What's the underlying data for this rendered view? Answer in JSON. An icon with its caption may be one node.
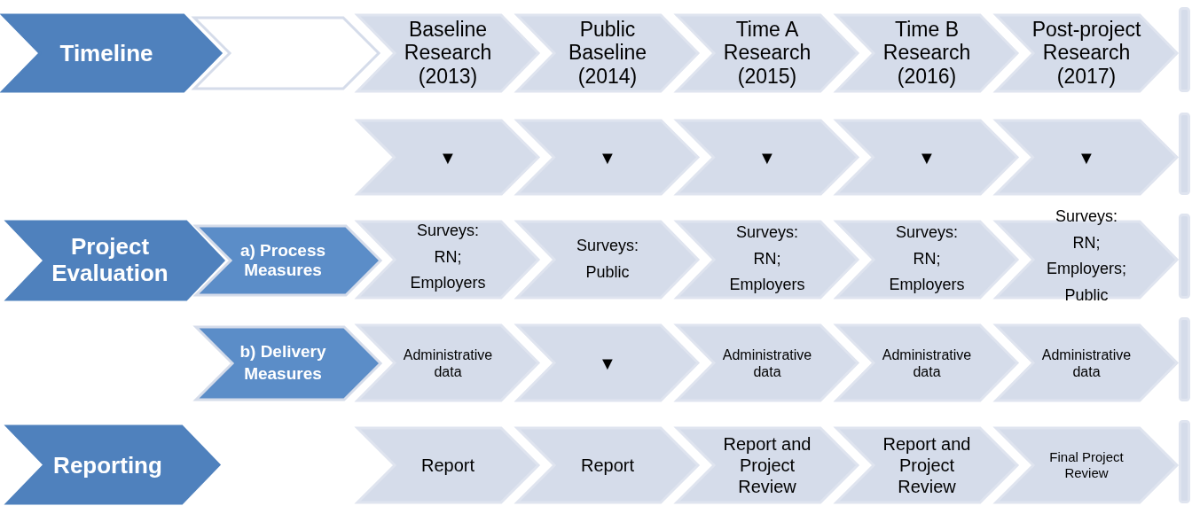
{
  "diagram": {
    "nodes": [
      {
        "text": [
          "Timeline"
        ]
      },
      {
        "text": [],
        "shape": "chevron"
      },
      {
        "text": [
          "Baseline Research (2013)"
        ]
      },
      {
        "text": [
          "Public Baseline (2014)"
        ]
      },
      {
        "text": [
          "Time A Research (2015)"
        ]
      },
      {
        "text": [
          "Time B Research (2016)"
        ]
      },
      {
        "text": [
          "Post-project Research (2017)"
        ]
      },
      {
        "text": [],
        "shape": "bar"
      },
      {
        "text": [
          "▼"
        ]
      },
      {
        "text": [
          "▼"
        ]
      },
      {
        "text": [
          "▼"
        ]
      },
      {
        "text": [
          "▼"
        ]
      },
      {
        "text": [
          "▼"
        ]
      },
      {
        "text": [],
        "shape": "bar"
      },
      {
        "text": [
          "Project Evaluation"
        ]
      },
      {
        "text": [
          "a) Process Measures"
        ]
      },
      {
        "text": [
          "Surveys: RN; Employers"
        ]
      },
      {
        "text": [
          "Surveys: Public"
        ]
      },
      {
        "text": [
          "Surveys: RN; Employers"
        ]
      },
      {
        "text": [
          "Surveys: RN; Employers"
        ]
      },
      {
        "text": [
          "Surveys: RN; Employers; Public"
        ]
      },
      {
        "text": [],
        "shape": "bar"
      },
      {
        "text": [
          "b) Delivery Measures"
        ]
      },
      {
        "text": [
          "Administrative data"
        ]
      },
      {
        "text": [
          "▼"
        ]
      },
      {
        "text": [
          "Administrative data"
        ]
      },
      {
        "text": [
          "Administrative data"
        ]
      },
      {
        "text": [
          "Administrative data"
        ]
      },
      {
        "text": [],
        "shape": "bar"
      },
      {
        "text": [
          "Reporting"
        ]
      },
      {
        "text": [
          "Report"
        ]
      },
      {
        "text": [
          "Report"
        ]
      },
      {
        "text": [
          "Report and Project Review"
        ]
      },
      {
        "text": [
          "Report and Project Review"
        ]
      },
      {
        "text": [
          "Final Project Review"
        ]
      },
      {
        "text": [],
        "shape": "bar"
      }
    ]
  }
}
